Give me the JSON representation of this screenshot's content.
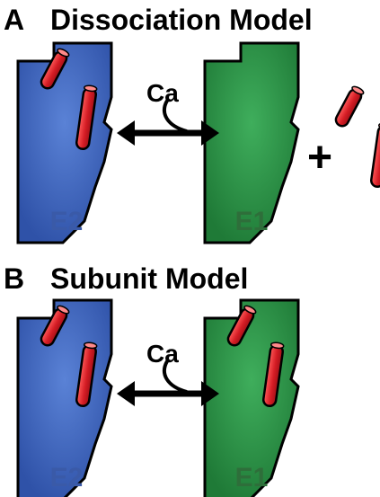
{
  "panels": [
    {
      "letter": "A",
      "title": "Dissociation Model",
      "ion": "Ca",
      "plus": "+",
      "left_state": "E2",
      "right_state": "E1"
    },
    {
      "letter": "B",
      "title": "Subunit Model",
      "ion": "Ca",
      "left_state": "E2",
      "right_state": "E1"
    }
  ],
  "colors": {
    "e2_fill": "#3a5fb8",
    "e2_label": "#3a5aa8",
    "e1_fill": "#2d8a45",
    "e1_label": "#2e6e3a",
    "subunit": "#d8222a",
    "outline": "#000000"
  }
}
